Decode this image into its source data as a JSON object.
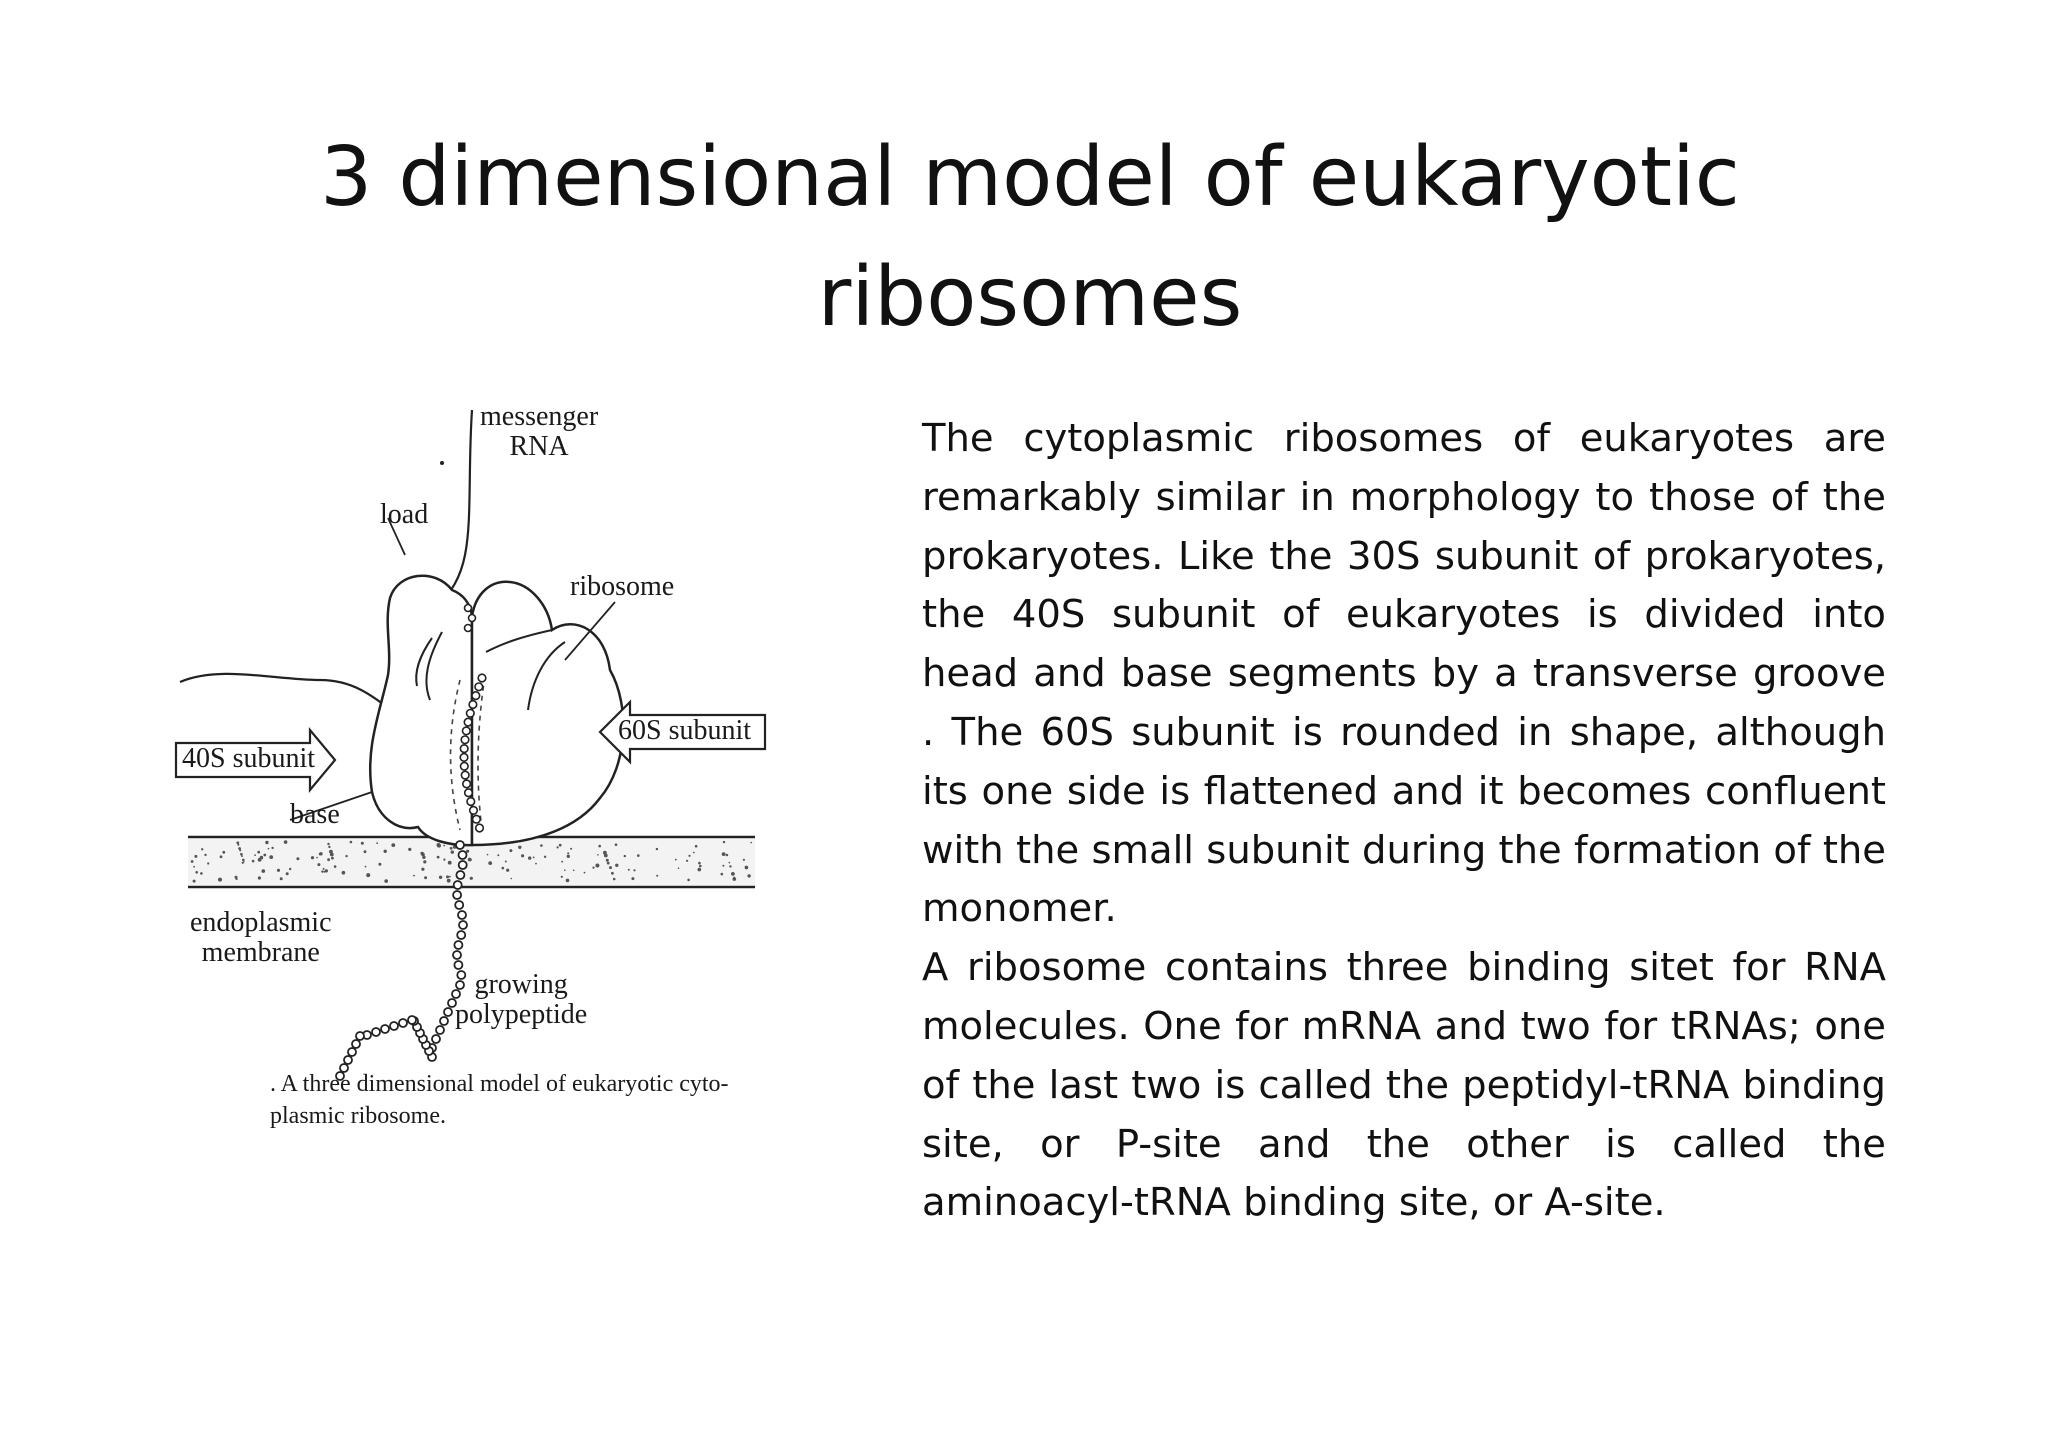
{
  "slide": {
    "title": "3 dimensional model of eukaryotic ribosomes"
  },
  "diagram": {
    "labels": {
      "messenger_rna": "messenger\nRNA",
      "load": "load",
      "ribosome": "ribosome",
      "subunit_40s": "40S subunit",
      "subunit_60s": "60S subunit",
      "base": "base",
      "endoplasmic_membrane": "endoplasmic\nmembrane",
      "growing_polypeptide": "growing\npolypeptide"
    },
    "caption": ". A three dimensional model of eukaryotic cyto-\nplasmic ribosome."
  },
  "body": {
    "paragraph_1": "The cytoplasmic ribosomes of eukaryotes are remarkably similar in morphology to those of the prokaryotes. Like the 30S subunit of prokaryotes, the 40S subunit of eukaryotes is divided into head and base segments by a transverse groove . The 60S subunit is rounded in shape, although its one side is flattened and it becomes confluent with the small subunit during the formation of the monomer.",
    "paragraph_2": "A ribosome contains three binding sitet for RNA molecules. One for mRNA and two for tRNAs; one of the last two is called the peptidyl-tRNA binding site, or P-site and the other is called the aminoacyl-tRNA binding site, or A-site."
  }
}
